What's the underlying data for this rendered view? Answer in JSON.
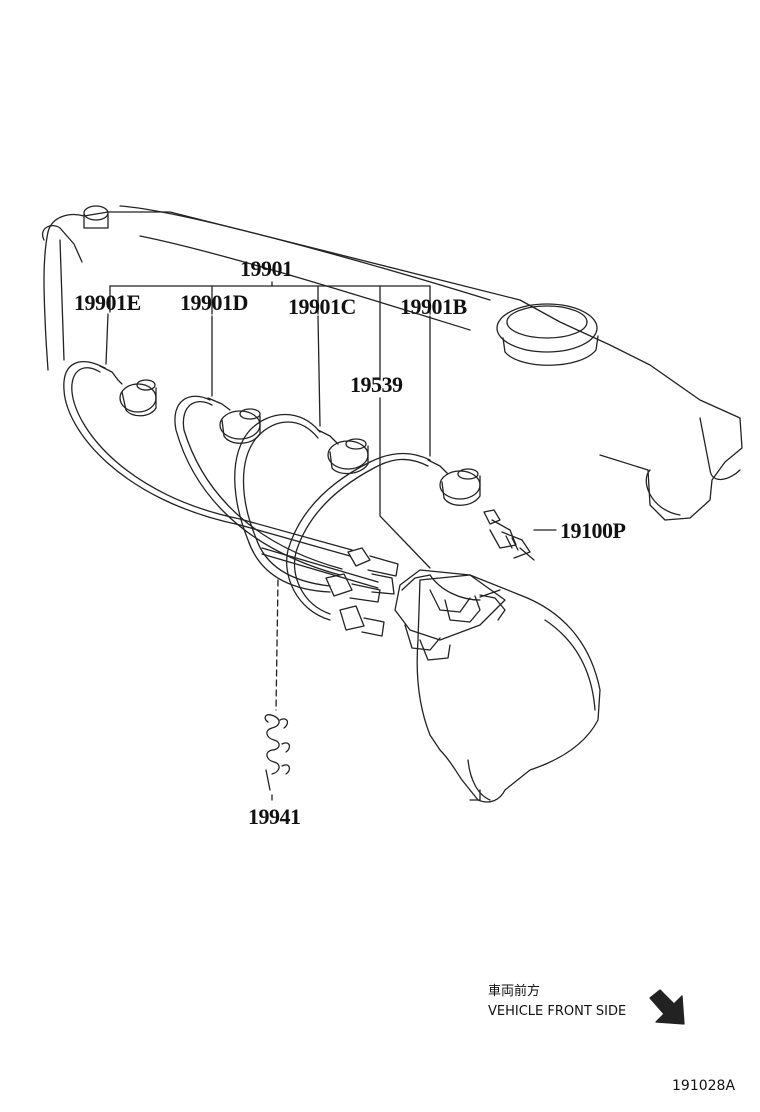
{
  "parts": {
    "wire_set": "19901",
    "cord_e": "19901E",
    "cord_d": "19901D",
    "cord_c": "19901C",
    "cord_b": "19901B",
    "center_cord": "19539",
    "spark_plug": "19100P",
    "clamp": "19941"
  },
  "direction": {
    "jp": "車両前方",
    "en": "VEHICLE FRONT SIDE",
    "arrow_icon": "arrow-down-right-icon"
  },
  "figure_number": "191028A"
}
